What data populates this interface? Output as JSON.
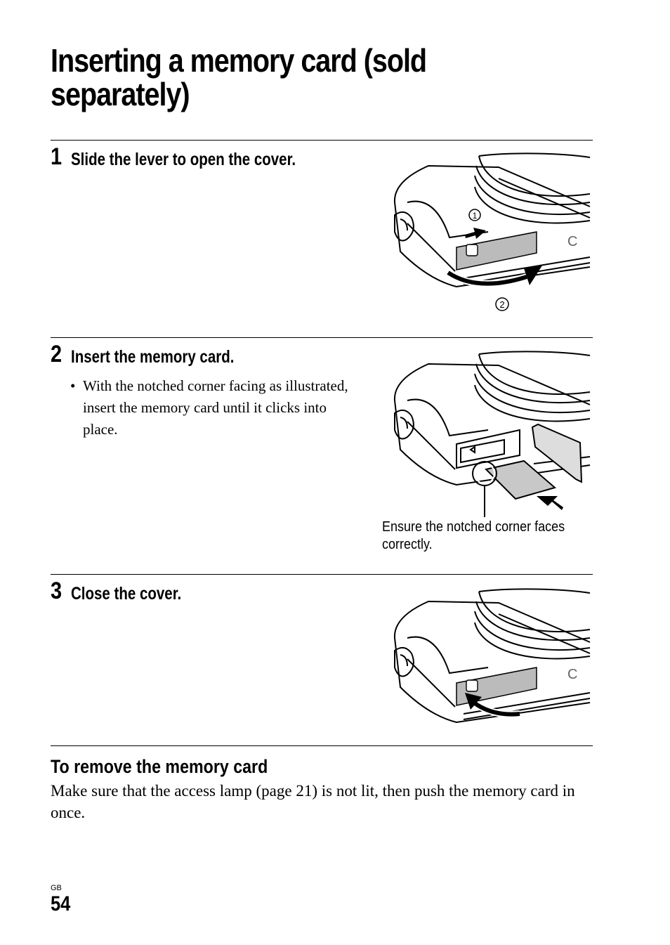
{
  "page": {
    "title": "Inserting a memory card (sold separately)",
    "steps": [
      {
        "number": "1",
        "text": "Slide the lever to open the cover."
      },
      {
        "number": "2",
        "text": "Insert the memory card.",
        "bullets": [
          "With the notched corner facing as illustrated, insert the memory card until it clicks into place."
        ]
      },
      {
        "number": "3",
        "text": "Close the cover."
      }
    ],
    "figure1": {
      "callout_1": "1",
      "callout_2": "2"
    },
    "figure2": {
      "caption": "Ensure the notched corner faces correctly."
    },
    "remove": {
      "heading": "To remove the memory card",
      "text": "Make sure that the access lamp (page 21) is not lit, then push the memory card in once."
    },
    "footer": {
      "region": "GB",
      "page_number": "54"
    }
  }
}
